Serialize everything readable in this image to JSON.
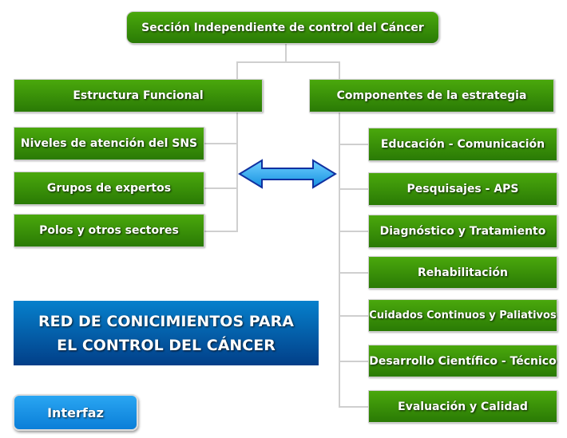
{
  "root": "Sección Independiente de control del Cáncer",
  "left": {
    "title": "Estructura Funcional",
    "items": [
      "Niveles de atención del SNS",
      "Grupos de expertos",
      "Polos y otros sectores"
    ]
  },
  "right": {
    "title": "Componentes de la estrategia",
    "items": [
      "Educación - Comunicación",
      "Pesquisajes - APS",
      "Diagnóstico y Tratamiento",
      "Rehabilitación",
      "Cuidados Continuos y Paliativos",
      "Desarrollo Científico - Técnico",
      "Evaluación y Calidad"
    ]
  },
  "banner": {
    "line1": "RED DE CONICIMIENTOS PARA",
    "line2": "EL CONTROL DEL CÁNCER"
  },
  "button": "Interfaz"
}
